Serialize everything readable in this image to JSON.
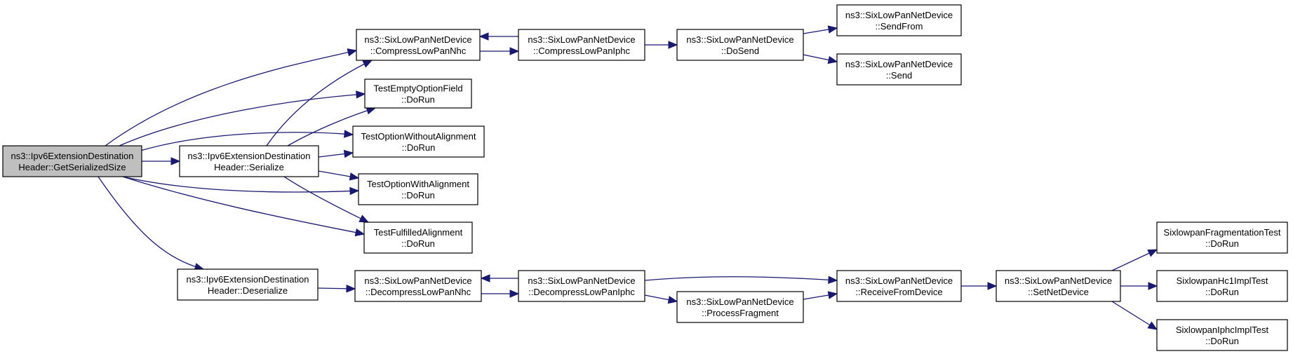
{
  "diagram": {
    "colors": {
      "edge": "#191970",
      "root_fill": "#bfbfbf",
      "node_fill": "#ffffff",
      "border": "#000000"
    },
    "nodes": {
      "gss": {
        "lines": [
          "ns3::Ipv6ExtensionDestination",
          "Header::GetSerializedSize"
        ],
        "root": true
      },
      "ser": {
        "lines": [
          "ns3::Ipv6ExtensionDestination",
          "Header::Serialize"
        ]
      },
      "des": {
        "lines": [
          "ns3::Ipv6ExtensionDestination",
          "Header::Deserialize"
        ]
      },
      "cnhc": {
        "lines": [
          "ns3::SixLowPanNetDevice",
          "::CompressLowPanNhc"
        ]
      },
      "teof": {
        "lines": [
          "TestEmptyOptionField",
          "::DoRun"
        ]
      },
      "towoa": {
        "lines": [
          "TestOptionWithoutAlignment",
          "::DoRun"
        ]
      },
      "towa": {
        "lines": [
          "TestOptionWithAlignment",
          "::DoRun"
        ]
      },
      "tfa": {
        "lines": [
          "TestFulfilledAlignment",
          "::DoRun"
        ]
      },
      "dnhc": {
        "lines": [
          "ns3::SixLowPanNetDevice",
          "::DecompressLowPanNhc"
        ]
      },
      "ciph": {
        "lines": [
          "ns3::SixLowPanNetDevice",
          "::CompressLowPanIphc"
        ]
      },
      "diph": {
        "lines": [
          "ns3::SixLowPanNetDevice",
          "::DecompressLowPanIphc"
        ]
      },
      "dosend": {
        "lines": [
          "ns3::SixLowPanNetDevice",
          "::DoSend"
        ]
      },
      "pfrag": {
        "lines": [
          "ns3::SixLowPanNetDevice",
          "::ProcessFragment"
        ]
      },
      "sfrom": {
        "lines": [
          "ns3::SixLowPanNetDevice",
          "::SendFrom"
        ]
      },
      "send": {
        "lines": [
          "ns3::SixLowPanNetDevice",
          "::Send"
        ]
      },
      "rfd": {
        "lines": [
          "ns3::SixLowPanNetDevice",
          "::ReceiveFromDevice"
        ]
      },
      "snd": {
        "lines": [
          "ns3::SixLowPanNetDevice",
          "::SetNetDevice"
        ]
      },
      "sft": {
        "lines": [
          "SixlowpanFragmentationTest",
          "::DoRun"
        ]
      },
      "shc1": {
        "lines": [
          "SixlowpanHc1ImplTest",
          "::DoRun"
        ]
      },
      "siph": {
        "lines": [
          "SixlowpanIphcImplTest",
          "::DoRun"
        ]
      }
    },
    "edges": [
      [
        "gss",
        "ser"
      ],
      [
        "gss",
        "des"
      ],
      [
        "gss",
        "cnhc"
      ],
      [
        "gss",
        "teof"
      ],
      [
        "gss",
        "towoa"
      ],
      [
        "gss",
        "towa"
      ],
      [
        "gss",
        "tfa"
      ],
      [
        "ser",
        "cnhc"
      ],
      [
        "ser",
        "teof"
      ],
      [
        "ser",
        "towoa"
      ],
      [
        "ser",
        "towa"
      ],
      [
        "ser",
        "tfa"
      ],
      [
        "des",
        "dnhc"
      ],
      [
        "cnhc",
        "ciph"
      ],
      [
        "ciph",
        "cnhc"
      ],
      [
        "dnhc",
        "diph"
      ],
      [
        "diph",
        "dnhc"
      ],
      [
        "ciph",
        "dosend"
      ],
      [
        "dosend",
        "sfrom"
      ],
      [
        "dosend",
        "send"
      ],
      [
        "diph",
        "rfd"
      ],
      [
        "diph",
        "pfrag"
      ],
      [
        "pfrag",
        "rfd"
      ],
      [
        "rfd",
        "snd"
      ],
      [
        "snd",
        "sft"
      ],
      [
        "snd",
        "shc1"
      ],
      [
        "snd",
        "siph"
      ]
    ]
  }
}
